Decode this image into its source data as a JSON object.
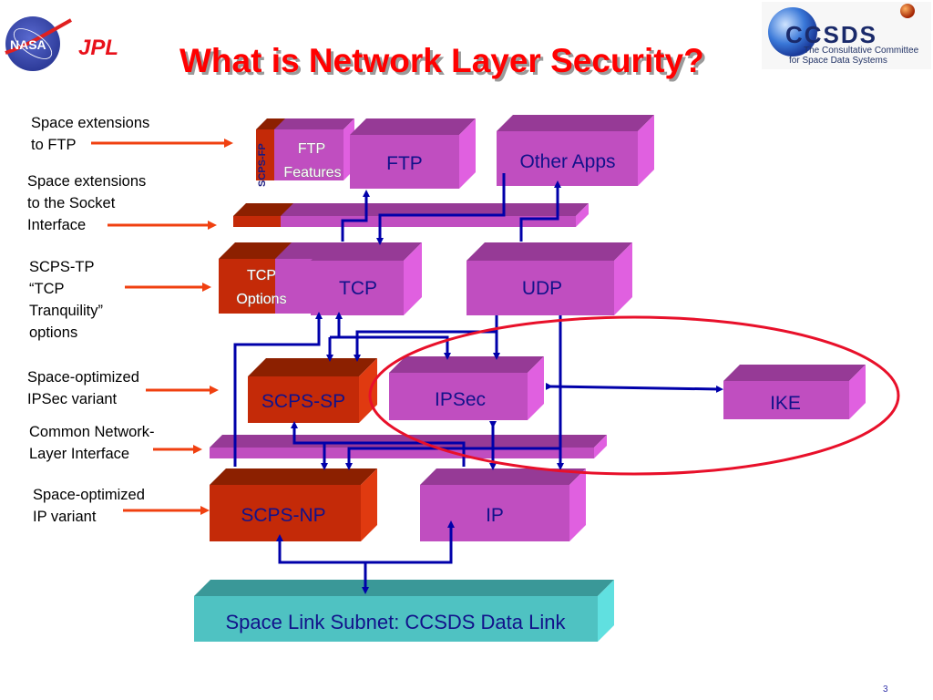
{
  "slide": {
    "title": "What is Network Layer Security?",
    "page_number": "3"
  },
  "logos": {
    "nasa": "NASA",
    "jpl": "JPL",
    "ccsds": "CCSDS",
    "ccsds_line1": "The Consultative Committee",
    "ccsds_line2": "for Space Data Systems"
  },
  "side_labels": [
    {
      "lines": [
        "Space extensions",
        "to FTP"
      ]
    },
    {
      "lines": [
        "Space extensions",
        "to the Socket",
        "Interface"
      ]
    },
    {
      "lines": [
        "SCPS-TP",
        "“TCP",
        "Tranquility”",
        "options"
      ]
    },
    {
      "lines": [
        "Space-optimized",
        "IPSec variant"
      ]
    },
    {
      "lines": [
        "Common Network-",
        "Layer Interface"
      ]
    },
    {
      "lines": [
        "Space-optimized",
        "IP variant"
      ]
    }
  ],
  "boxes": {
    "scps_fp": "SCPS-FP",
    "ftp_features": [
      "FTP",
      "Features"
    ],
    "ftp": "FTP",
    "other_apps": "Other Apps",
    "tcp_options": [
      "TCP",
      "Options"
    ],
    "tcp": "TCP",
    "udp": "UDP",
    "scps_sp": "SCPS-SP",
    "ipsec": "IPSec",
    "ike": "IKE",
    "scps_np": "SCPS-NP",
    "ip": "IP",
    "space_link": "Space Link Subnet: CCSDS Data Link"
  },
  "colors": {
    "title": "#ff0000",
    "scps_red": "#c42a08",
    "ip_magenta": "#c24ec4",
    "teal": "#4fc2c2",
    "connector": "#0000aa",
    "pointer": "#f04010",
    "highlight": "#e8102a",
    "label_text": "#12128a"
  }
}
